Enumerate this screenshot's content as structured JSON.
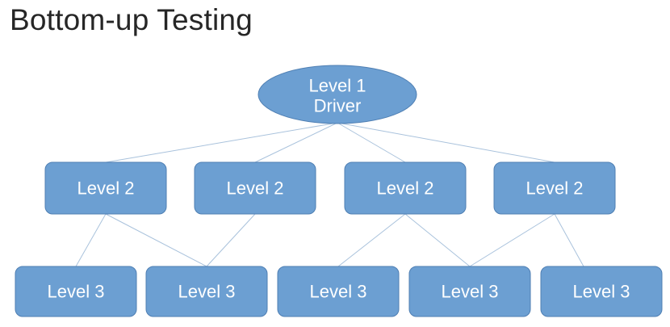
{
  "slide": {
    "title": "Bottom-up Testing"
  },
  "diagram": {
    "root": {
      "lines": [
        "Level 1",
        "Driver"
      ]
    },
    "level2": [
      "Level 2",
      "Level 2",
      "Level 2",
      "Level 2"
    ],
    "level3": [
      "Level 3",
      "Level 3",
      "Level 3",
      "Level 3",
      "Level 3"
    ]
  },
  "colors": {
    "node_fill": "#6c9fd2",
    "node_stroke": "#4f7fb3",
    "connector": "#a9c2dc",
    "node_text": "#ffffff"
  }
}
